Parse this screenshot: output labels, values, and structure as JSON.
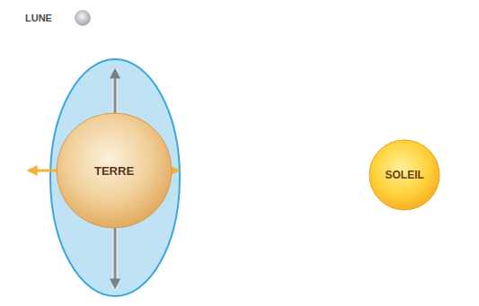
{
  "diagram": {
    "nodes": [
      {
        "text": [
          "LUNE"
        ]
      },
      {
        "text": [
          "TERRE"
        ]
      },
      {
        "text": [
          "SOLEIL"
        ]
      }
    ]
  }
}
